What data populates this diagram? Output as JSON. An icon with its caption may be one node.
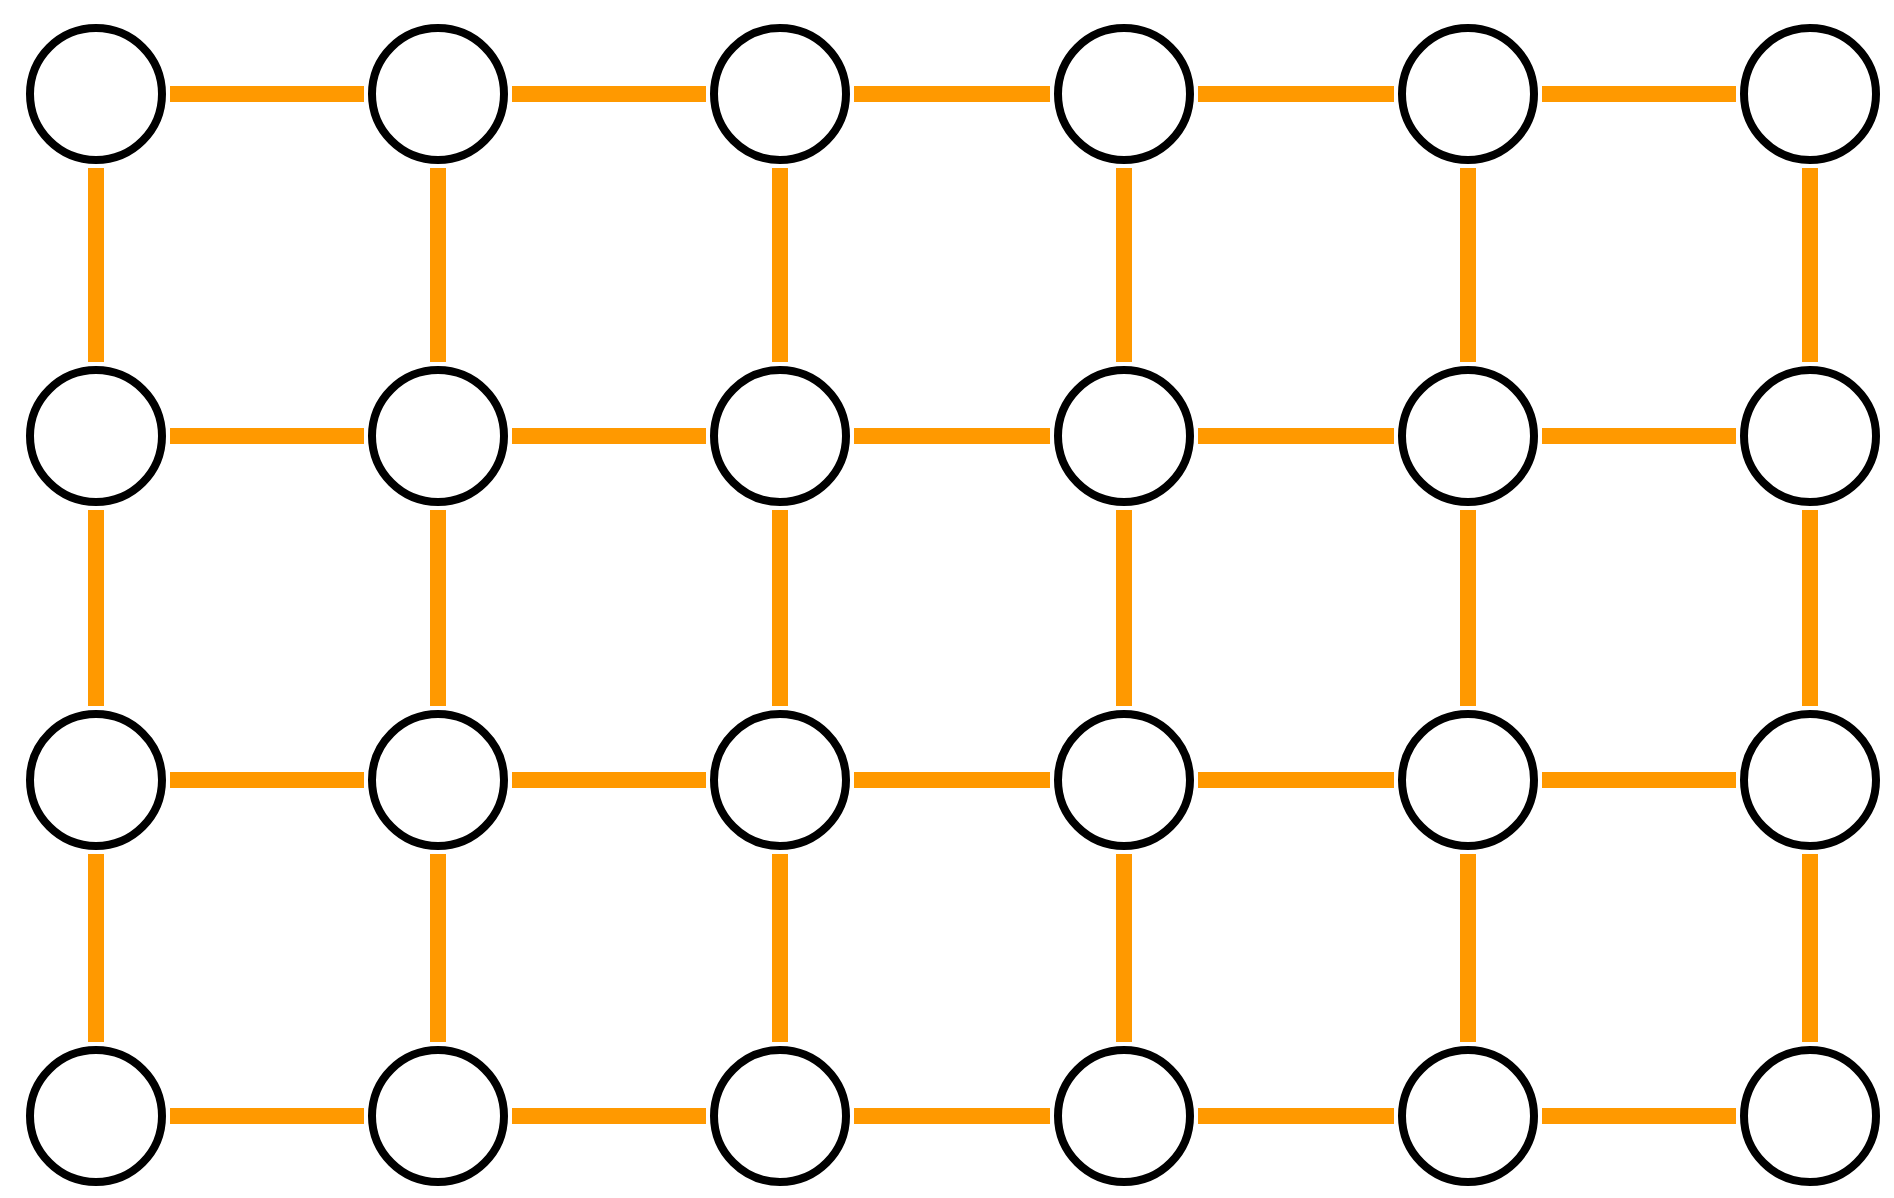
{
  "diagram": {
    "nodes": [
      {
        "text": [],
        "shape": "circle"
      },
      {
        "text": [],
        "shape": "circle"
      },
      {
        "text": [],
        "shape": "circle"
      },
      {
        "text": [],
        "shape": "circle"
      },
      {
        "text": [],
        "shape": "circle"
      },
      {
        "text": [],
        "shape": "circle"
      },
      {
        "text": [],
        "shape": "circle"
      },
      {
        "text": [],
        "shape": "circle"
      },
      {
        "text": [],
        "shape": "circle"
      },
      {
        "text": [],
        "shape": "circle"
      },
      {
        "text": [],
        "shape": "circle"
      },
      {
        "text": [],
        "shape": "circle"
      },
      {
        "text": [],
        "shape": "circle"
      },
      {
        "text": [],
        "shape": "circle"
      },
      {
        "text": [],
        "shape": "circle"
      },
      {
        "text": [],
        "shape": "circle"
      },
      {
        "text": [],
        "shape": "circle"
      },
      {
        "text": [],
        "shape": "circle"
      },
      {
        "text": [],
        "shape": "circle"
      },
      {
        "text": [],
        "shape": "circle"
      },
      {
        "text": [],
        "shape": "circle"
      },
      {
        "text": [],
        "shape": "circle"
      },
      {
        "text": [],
        "shape": "circle"
      },
      {
        "text": [],
        "shape": "circle"
      }
    ],
    "edges": [
      {
        "from": 0,
        "to": 1,
        "arrow": "none"
      },
      {
        "from": 1,
        "to": 2,
        "arrow": "none"
      },
      {
        "from": 2,
        "to": 3,
        "arrow": "none"
      },
      {
        "from": 3,
        "to": 4,
        "arrow": "none"
      },
      {
        "from": 4,
        "to": 5,
        "arrow": "none"
      },
      {
        "from": 0,
        "to": 6,
        "arrow": "none"
      },
      {
        "from": 1,
        "to": 7,
        "arrow": "none"
      },
      {
        "from": 2,
        "to": 8,
        "arrow": "none"
      },
      {
        "from": 3,
        "to": 9,
        "arrow": "none"
      },
      {
        "from": 4,
        "to": 10,
        "arrow": "none"
      },
      {
        "from": 5,
        "to": 11,
        "arrow": "none"
      },
      {
        "from": 6,
        "to": 7,
        "arrow": "none"
      },
      {
        "from": 7,
        "to": 8,
        "arrow": "none"
      },
      {
        "from": 8,
        "to": 9,
        "arrow": "none"
      },
      {
        "from": 9,
        "to": 10,
        "arrow": "none"
      },
      {
        "from": 10,
        "to": 11,
        "arrow": "none"
      },
      {
        "from": 6,
        "to": 12,
        "arrow": "none"
      },
      {
        "from": 7,
        "to": 13,
        "arrow": "none"
      },
      {
        "from": 8,
        "to": 14,
        "arrow": "none"
      },
      {
        "from": 9,
        "to": 15,
        "arrow": "none"
      },
      {
        "from": 10,
        "to": 16,
        "arrow": "none"
      },
      {
        "from": 11,
        "to": 17,
        "arrow": "none"
      },
      {
        "from": 12,
        "to": 13,
        "arrow": "none"
      },
      {
        "from": 13,
        "to": 14,
        "arrow": "none"
      },
      {
        "from": 14,
        "to": 15,
        "arrow": "none"
      },
      {
        "from": 15,
        "to": 16,
        "arrow": "none"
      },
      {
        "from": 16,
        "to": 17,
        "arrow": "none"
      },
      {
        "from": 12,
        "to": 18,
        "arrow": "none"
      },
      {
        "from": 13,
        "to": 19,
        "arrow": "none"
      },
      {
        "from": 14,
        "to": 20,
        "arrow": "none"
      },
      {
        "from": 15,
        "to": 21,
        "arrow": "none"
      },
      {
        "from": 16,
        "to": 22,
        "arrow": "none"
      },
      {
        "from": 17,
        "to": 23,
        "arrow": "none"
      },
      {
        "from": 18,
        "to": 19,
        "arrow": "none"
      },
      {
        "from": 19,
        "to": 20,
        "arrow": "none"
      },
      {
        "from": 20,
        "to": 21,
        "arrow": "none"
      },
      {
        "from": 21,
        "to": 22,
        "arrow": "none"
      },
      {
        "from": 22,
        "to": 23,
        "arrow": "none"
      }
    ]
  }
}
